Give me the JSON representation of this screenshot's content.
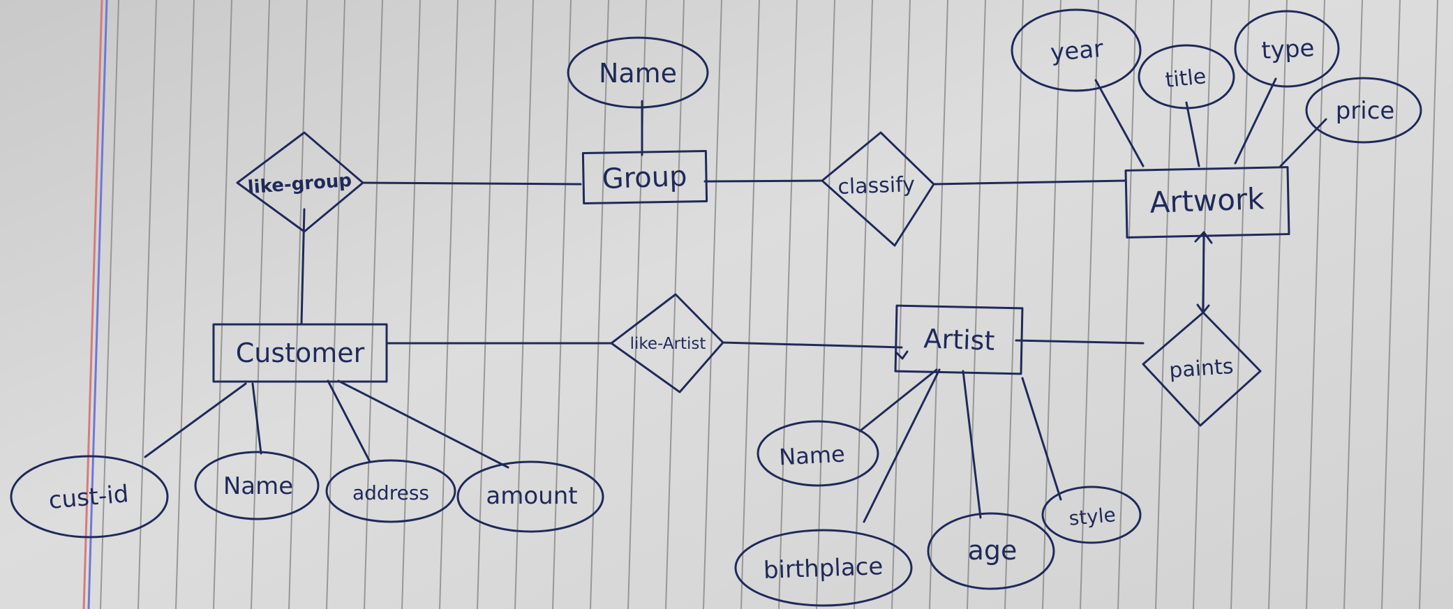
{
  "colors": {
    "paper": "#d9d9d9",
    "paper_shadow": "#b8b8b8",
    "rule": "#8c8c8c",
    "margin_red": "#d87a7a",
    "margin_blue": "#6f78d6",
    "ink": "#1f2a5a"
  },
  "entities": {
    "group": "Group",
    "artwork": "Artwork",
    "customer": "Customer",
    "artist": "Artist"
  },
  "relationships": {
    "like_group": "like-group",
    "classify": "classify",
    "like_artist": "like-Artist",
    "paints": "paints"
  },
  "attributes": {
    "group_name": "Name",
    "artwork_year": "year",
    "artwork_title": "title",
    "artwork_type": "type",
    "artwork_price": "price",
    "customer_id": "cust-id",
    "customer_name": "Name",
    "customer_address": "address",
    "customer_amount": "amount",
    "artist_name": "Name",
    "artist_birthplace": "birthplace",
    "artist_age": "age",
    "artist_style": "style"
  }
}
